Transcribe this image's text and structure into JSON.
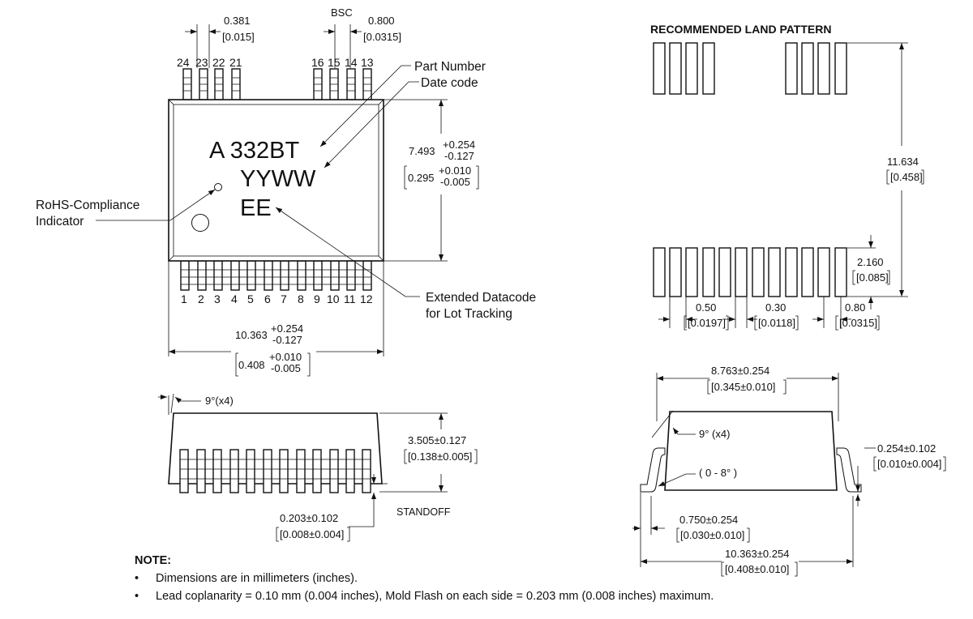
{
  "top_view": {
    "pin_numbers_top": [
      "24",
      "23",
      "22",
      "21",
      "16",
      "15",
      "14",
      "13"
    ],
    "pin_numbers_bottom": [
      "1",
      "2",
      "3",
      "4",
      "5",
      "6",
      "7",
      "8",
      "9",
      "10",
      "11",
      "12"
    ],
    "marking_line1": "A 332BT",
    "marking_line2": "YYWW",
    "marking_line3": "EE",
    "pitch_label": "BSC",
    "lead_width_mm": "0.381",
    "lead_width_in": "[0.015]",
    "pitch_mm": "0.800",
    "pitch_in": "[0.0315]",
    "height_mm": "7.493",
    "height_mm_plus": "+0.254",
    "height_mm_minus": "-0.127",
    "height_in": "0.295",
    "height_in_plus": "+0.010",
    "height_in_minus": "-0.005",
    "width_mm": "10.363",
    "width_mm_plus": "+0.254",
    "width_mm_minus": "-0.127",
    "width_in": "0.408",
    "width_in_plus": "+0.010",
    "width_in_minus": "-0.005"
  },
  "callouts": {
    "part_number": "Part Number",
    "date_code": "Date code",
    "rohs_line1": "RoHS-Compliance",
    "rohs_line2": "Indicator",
    "extended_line1": "Extended Datacode",
    "extended_line2": "for Lot Tracking"
  },
  "side_view": {
    "angle": "9°(x4)",
    "height_mm": "3.505±0.127",
    "height_in": "[0.138±0.005]",
    "standoff_mm": "0.203±0.102",
    "standoff_in": "[0.008±0.004]",
    "standoff_label": "STANDOFF"
  },
  "land_pattern": {
    "title": "RECOMMENDED LAND PATTERN",
    "span_mm": "11.634",
    "span_in": "[0.458]",
    "pad_length_mm": "2.160",
    "pad_length_in": "[0.085]",
    "gap_mm": "0.50",
    "gap_in": "[0.0197]",
    "pad_width_mm": "0.30",
    "pad_width_in": "[0.0118]",
    "pitch_mm": "0.80",
    "pitch_in": "[0.0315]"
  },
  "end_view": {
    "body_width_mm": "8.763±0.254",
    "body_width_in": "[0.345±0.010]",
    "angle": "9° (x4)",
    "foot_angle": "( 0 - 8° )",
    "lead_thick_mm": "0.254±0.102",
    "lead_thick_in": "[0.010±0.004]",
    "foot_len_mm": "0.750±0.254",
    "foot_len_in": "[0.030±0.010]",
    "overall_mm": "10.363±0.254",
    "overall_in": "[0.408±0.010]"
  },
  "notes": {
    "title": "NOTE:",
    "items": [
      "Dimensions are in millimeters (inches).",
      "Lead coplanarity = 0.10 mm (0.004 inches), Mold Flash on each side = 0.203 mm (0.008 inches) maximum."
    ]
  }
}
